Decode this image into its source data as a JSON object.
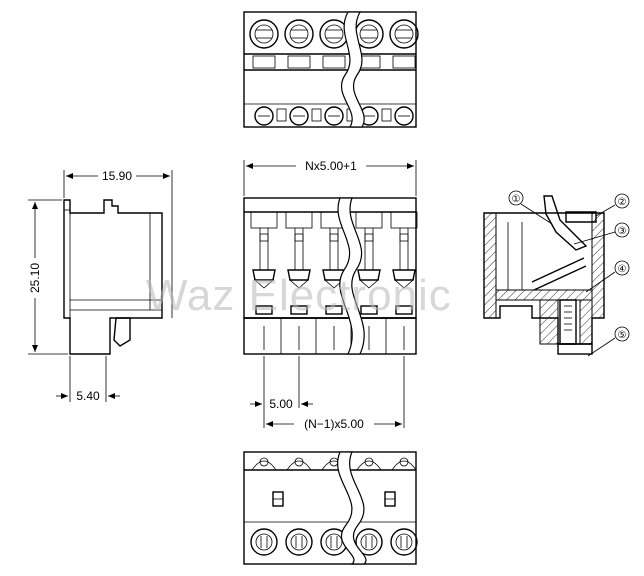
{
  "watermark": "Waz Electronic",
  "dimensions": {
    "width": "15.90",
    "height": "25.10",
    "foot": "5.40",
    "length": "Nx5.00+1",
    "pitch": "5.00",
    "total_pitch": "(N−1)x5.00"
  },
  "callouts": [
    {
      "label": "①"
    },
    {
      "label": "②"
    },
    {
      "label": "③"
    },
    {
      "label": "④"
    },
    {
      "label": "⑤"
    }
  ]
}
